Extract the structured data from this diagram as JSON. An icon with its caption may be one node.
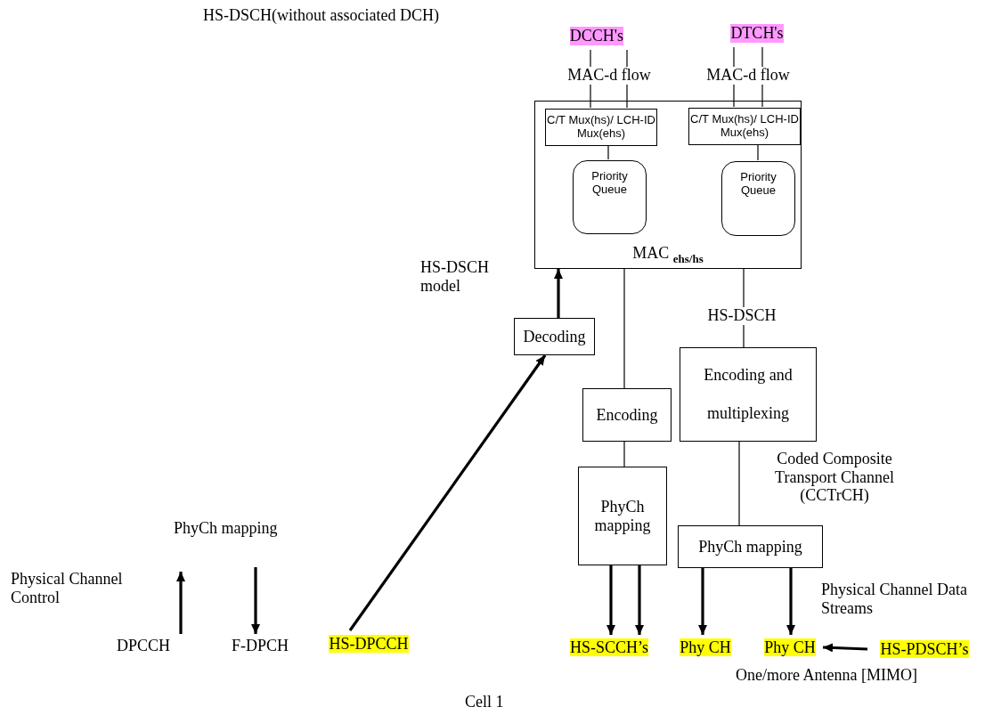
{
  "diagram": {
    "title": "HS-DSCH(without associated DCH)",
    "caption": "Cell 1",
    "nodes": [
      {
        "text": [
          "DCCH's"
        ]
      },
      {
        "text": [
          "DTCH's"
        ]
      },
      {
        "text": [
          "MAC $_{ehs/hs}$"
        ]
      },
      {
        "text": [
          "C/T Mux(hs)/ LCH-ID Mux(ehs)"
        ],
        "in": 2
      },
      {
        "text": [
          "Priority Queue"
        ],
        "in": 2
      },
      {
        "text": [
          "C/T Mux(hs)/ LCH-ID Mux(ehs)"
        ],
        "in": 2
      },
      {
        "text": [
          "Priority Queue"
        ],
        "in": 2
      },
      {
        "text": [
          "Decoding"
        ]
      },
      {
        "text": [
          "Encoding"
        ]
      },
      {
        "text": [
          "Encoding and multiplexing"
        ]
      },
      {
        "text": [
          "PhyCh mapping"
        ]
      },
      {
        "text": [
          "PhyCh mapping"
        ]
      },
      {
        "text": [
          "DPCCH"
        ]
      },
      {
        "text": [
          "F-DPCH"
        ]
      },
      {
        "text": [
          "HS-DPCCH"
        ]
      },
      {
        "text": [
          "HS-SCCH’s"
        ]
      },
      {
        "text": [
          "Phy CH"
        ]
      },
      {
        "text": [
          "Phy CH"
        ]
      },
      {
        "text": [
          "HS-PDSCH’s"
        ]
      }
    ],
    "edges": [
      {
        "from": 0,
        "to": 3,
        "arrow": "none",
        "label": "MAC-d flow"
      },
      {
        "from": 0,
        "to": 3,
        "arrow": "none"
      },
      {
        "from": 1,
        "to": 5,
        "arrow": "none",
        "label": "MAC-d flow"
      },
      {
        "from": 1,
        "to": 5,
        "arrow": "none"
      },
      {
        "from": 3,
        "to": 4,
        "arrow": "none"
      },
      {
        "from": 5,
        "to": 6,
        "arrow": "none"
      },
      {
        "from": 2,
        "to": 8,
        "arrow": "none"
      },
      {
        "from": 2,
        "to": 9,
        "arrow": "none",
        "label": "HS-DSCH"
      },
      {
        "from": 7,
        "to": 2,
        "arrow": "to",
        "style": "thick"
      },
      {
        "from": 14,
        "to": 7,
        "arrow": "to",
        "style": "thick"
      },
      {
        "from": 8,
        "to": 10,
        "arrow": "none"
      },
      {
        "from": 9,
        "to": 11,
        "arrow": "none"
      },
      {
        "from": 10,
        "to": 15,
        "arrow": "to",
        "style": "thick"
      },
      {
        "from": 10,
        "to": 15,
        "arrow": "to",
        "style": "thick"
      },
      {
        "from": 11,
        "to": 16,
        "arrow": "to",
        "style": "thick"
      },
      {
        "from": 11,
        "to": 17,
        "arrow": "to",
        "style": "thick"
      },
      {
        "from": 18,
        "to": 17,
        "arrow": "to",
        "style": "thick"
      },
      {
        "from": 12,
        "to": null,
        "arrow": "to",
        "style": "thick"
      },
      {
        "from": null,
        "to": 13,
        "arrow": "to",
        "style": "thick"
      }
    ],
    "labels": [
      "HS-DSCH model",
      "PhyCh mapping",
      "Physical Channel Control",
      "Coded Composite Transport Channel (CCTrCH)",
      "Physical Channel Data Streams",
      "One/more Antenna [MIMO]"
    ]
  }
}
